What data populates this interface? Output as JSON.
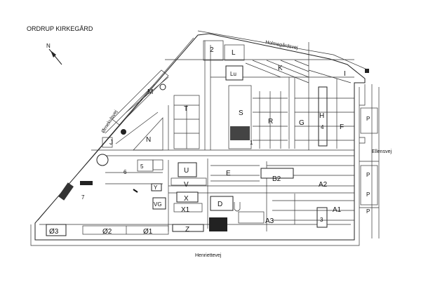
{
  "title": "ORDRUP KIRKEGÅRD",
  "north_label": "N",
  "streets": {
    "holmegardsvej": "Holmegårdsvej",
    "ornekulsvej": "Ørnekulsvej",
    "ellensvej": "Ellensvej",
    "henriettevej": "Henriettevej"
  },
  "sections": {
    "s2": "2",
    "L": "L",
    "K": "K",
    "I": "I",
    "Lu": "Lu",
    "M": "M",
    "T": "T",
    "S": "S",
    "R": "R",
    "G": "G",
    "H": "H",
    "H4": "4",
    "F": "F",
    "J": "J",
    "N": "N",
    "s1": "1",
    "s5": "5",
    "s6": "6",
    "U": "U",
    "E": "E",
    "B2": "B2",
    "A2": "A2",
    "V": "V",
    "X": "X",
    "D": "D",
    "VG": "VG",
    "X1": "X1",
    "A1": "A1",
    "s3": "3",
    "s7": "7",
    "A3": "A3",
    "Z": "Z",
    "O3": "Ø3",
    "O2": "Ø2",
    "O1": "Ø1",
    "Y": "Y"
  },
  "parking": [
    "P",
    "P",
    "P",
    "P"
  ]
}
